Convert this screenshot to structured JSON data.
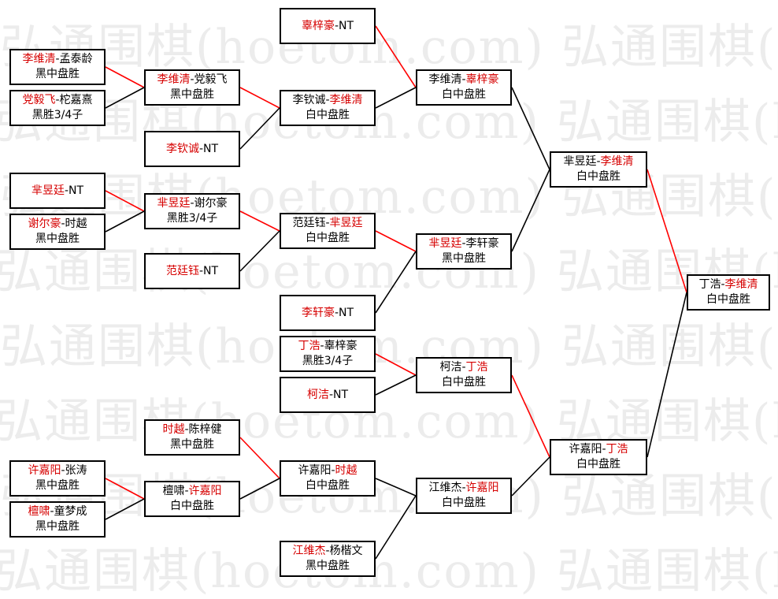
{
  "watermark_text": "弘通围棋(hoetom.com) 弘通围棋(hoetom.com)",
  "colors": {
    "winner_text": "#d60000",
    "winner_line": "#ff0000",
    "other_line": "#000000"
  },
  "matches": [
    {
      "id": "r1a",
      "p1": "李维清",
      "p2": "孟泰龄",
      "winner": 1,
      "result": "黑中盘胜"
    },
    {
      "id": "r1b",
      "p1": "党毅飞",
      "p2": "柁嘉熹",
      "winner": 1,
      "result": "黑胜3/4子"
    },
    {
      "id": "r1c",
      "p1": "芈昱廷",
      "p2": "NT",
      "winner": 1,
      "result": ""
    },
    {
      "id": "r1d",
      "p1": "谢尔豪",
      "p2": "时越",
      "winner": 1,
      "result": "黑中盘胜"
    },
    {
      "id": "r1e",
      "p1": "许嘉阳",
      "p2": "张涛",
      "winner": 1,
      "result": "黑中盘胜"
    },
    {
      "id": "r1f",
      "p1": "檀啸",
      "p2": "童梦成",
      "winner": 1,
      "result": "黑中盘胜"
    },
    {
      "id": "r2a",
      "p1": "李维清",
      "p2": "党毅飞",
      "winner": 1,
      "result": "黑中盘胜"
    },
    {
      "id": "r2b",
      "p1": "李钦诚",
      "p2": "NT",
      "winner": 1,
      "result": ""
    },
    {
      "id": "r2c",
      "p1": "芈昱廷",
      "p2": "谢尔豪",
      "winner": 1,
      "result": "黑胜3/4子"
    },
    {
      "id": "r2d",
      "p1": "范廷钰",
      "p2": "NT",
      "winner": 1,
      "result": ""
    },
    {
      "id": "r2e",
      "p1": "时越",
      "p2": "陈梓健",
      "winner": 1,
      "result": "黑中盘胜"
    },
    {
      "id": "r2f",
      "p1": "檀啸",
      "p2": "许嘉阳",
      "winner": 2,
      "result": "白中盘胜"
    },
    {
      "id": "r3a",
      "p1": "辜梓豪",
      "p2": "NT",
      "winner": 1,
      "result": ""
    },
    {
      "id": "r3b",
      "p1": "李钦诚",
      "p2": "李维清",
      "winner": 2,
      "result": "白中盘胜"
    },
    {
      "id": "r3c",
      "p1": "范廷钰",
      "p2": "芈昱廷",
      "winner": 2,
      "result": "白中盘胜"
    },
    {
      "id": "r3d",
      "p1": "李轩豪",
      "p2": "NT",
      "winner": 1,
      "result": ""
    },
    {
      "id": "r3e",
      "p1": "丁浩",
      "p2": "辜梓豪",
      "winner": 1,
      "result": "黑胜3/4子"
    },
    {
      "id": "r3f",
      "p1": "柯洁",
      "p2": "NT",
      "winner": 1,
      "result": ""
    },
    {
      "id": "r3g",
      "p1": "许嘉阳",
      "p2": "时越",
      "winner": 2,
      "result": "白中盘胜"
    },
    {
      "id": "r3h",
      "p1": "江维杰",
      "p2": "杨楷文",
      "winner": 1,
      "result": "黑中盘胜"
    },
    {
      "id": "r4a",
      "p1": "李维清",
      "p2": "辜梓豪",
      "winner": 2,
      "result": "白中盘胜"
    },
    {
      "id": "r4b",
      "p1": "芈昱廷",
      "p2": "李轩豪",
      "winner": 1,
      "result": "黑中盘胜"
    },
    {
      "id": "r4c",
      "p1": "柯洁",
      "p2": "丁浩",
      "winner": 2,
      "result": "白中盘胜"
    },
    {
      "id": "r4d",
      "p1": "江维杰",
      "p2": "许嘉阳",
      "winner": 2,
      "result": "白中盘胜"
    },
    {
      "id": "r5a",
      "p1": "芈昱廷",
      "p2": "李维清",
      "winner": 2,
      "result": "白中盘胜"
    },
    {
      "id": "r5b",
      "p1": "许嘉阳",
      "p2": "丁浩",
      "winner": 2,
      "result": "白中盘胜"
    },
    {
      "id": "final",
      "p1": "丁浩",
      "p2": "李维清",
      "winner": 2,
      "result": "白中盘胜"
    }
  ]
}
